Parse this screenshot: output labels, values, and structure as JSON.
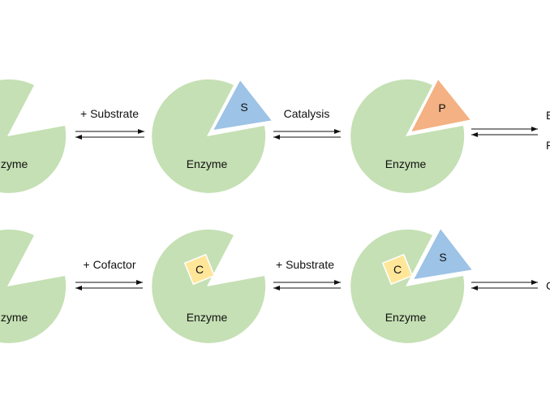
{
  "colors": {
    "enzyme": "#c5e0b4",
    "substrate": "#9dc3e6",
    "product": "#f4b183",
    "cofactor": "#ffe699",
    "text": "#111111"
  },
  "row1": {
    "enzyme_1_label": "Enzyme",
    "step_1_label": "+ Substrate",
    "enzyme_2_label": "Enzyme",
    "substrate_label": "S",
    "step_2_label": "Catalysis",
    "enzyme_3_label": "Enzyme",
    "product_label": "P",
    "right_edge_label_top": "E",
    "right_edge_label_bottom": "P"
  },
  "row2": {
    "enzyme_1_label": "Enzyme",
    "step_1_label": "+ Cofactor",
    "enzyme_2_label": "Enzyme",
    "cofactor_label": "C",
    "step_2_label": "+ Substrate",
    "enzyme_3_label": "Enzyme",
    "cofactor_label_2": "C",
    "substrate_label": "S",
    "right_edge_label": "C"
  }
}
